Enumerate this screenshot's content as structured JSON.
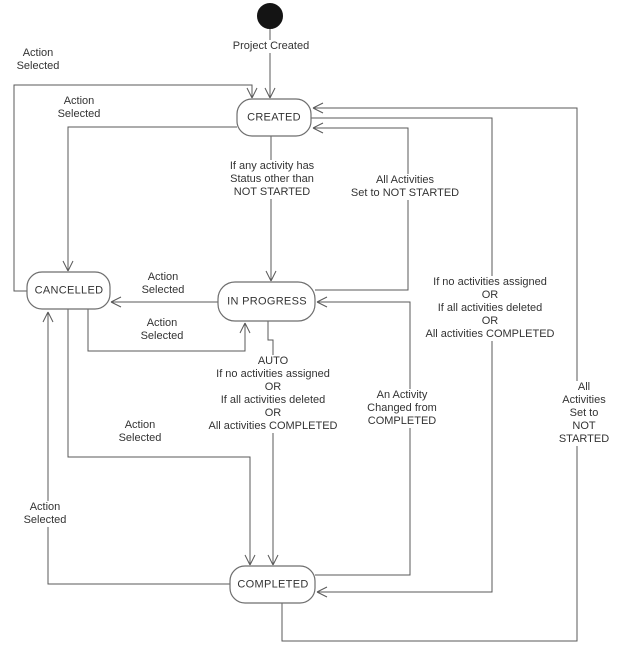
{
  "diagram": {
    "type": "uml-state-machine",
    "states": [
      {
        "name": "CREATED"
      },
      {
        "name": "CANCELLED"
      },
      {
        "name": "IN PROGRESS"
      },
      {
        "name": "COMPLETED"
      }
    ],
    "initial_state": {
      "shape": "filled-circle"
    },
    "transitions": [
      {
        "from": "initial",
        "to": "CREATED",
        "label": "Project Created"
      },
      {
        "from": "CANCELLED",
        "to": "CREATED",
        "label": "Action\nSelected"
      },
      {
        "from": "CREATED",
        "to": "CANCELLED",
        "label": "Action\nSelected"
      },
      {
        "from": "CREATED",
        "to": "IN PROGRESS",
        "label": "If any activity has\nStatus other than\nNOT STARTED"
      },
      {
        "from": "IN PROGRESS",
        "to": "CREATED",
        "label": "All Activities\nSet to NOT STARTED"
      },
      {
        "from": "IN PROGRESS",
        "to": "CANCELLED",
        "label": "Action\nSelected"
      },
      {
        "from": "CANCELLED",
        "to": "IN PROGRESS",
        "label": "Action\nSelected"
      },
      {
        "from": "CREATED",
        "to": "COMPLETED",
        "label": "If no activities assigned\nOR\nIf all activities deleted\nOR\nAll activities COMPLETED"
      },
      {
        "from": "IN PROGRESS",
        "to": "COMPLETED",
        "label": "AUTO\nIf no activities assigned\nOR\nIf all activities deleted\nOR\nAll activities COMPLETED"
      },
      {
        "from": "COMPLETED",
        "to": "IN PROGRESS",
        "label": "An Activity\nChanged from\nCOMPLETED"
      },
      {
        "from": "COMPLETED",
        "to": "CREATED",
        "label": "All Activities\nSet to NOT STARTED"
      },
      {
        "from": "CANCELLED",
        "to": "COMPLETED",
        "label": "Action\nSelected"
      },
      {
        "from": "COMPLETED",
        "to": "CANCELLED",
        "label": "Action\nSelected"
      }
    ],
    "colors": {
      "line": "#595959",
      "state_border": "#6e6e6e",
      "state_fill": "#ffffff",
      "text": "#333333",
      "initial_fill": "#141414"
    }
  }
}
